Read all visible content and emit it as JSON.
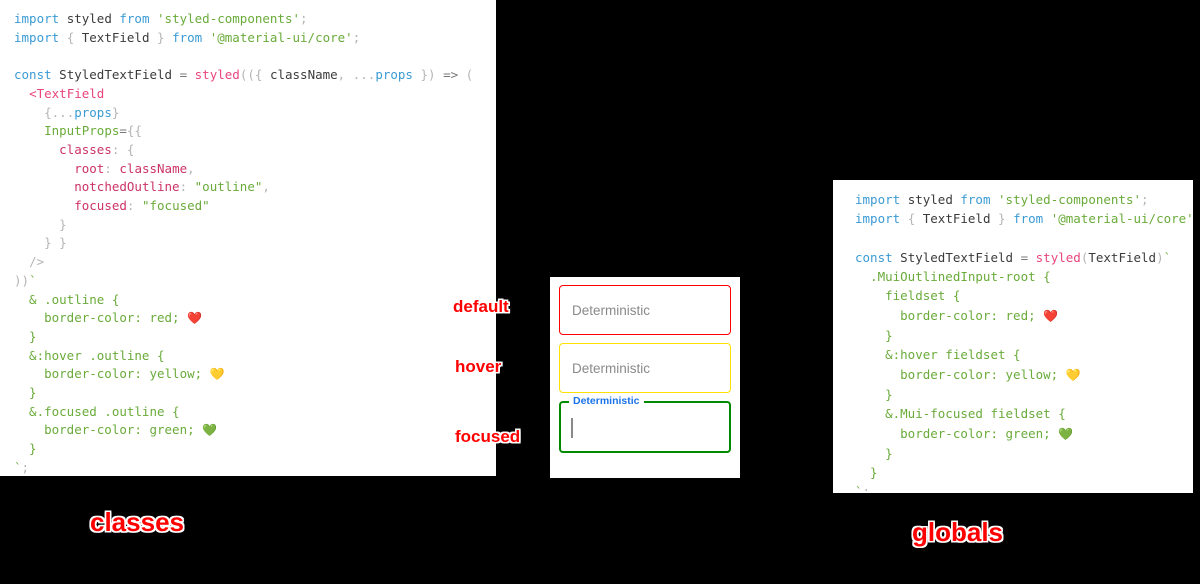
{
  "panels": {
    "classes": {
      "title": "classes",
      "code_lines": [
        "import styled from 'styled-components';",
        "import { TextField } from '@material-ui/core';",
        "",
        "const StyledTextField = styled(({ className, ...props }) => (",
        "  <TextField",
        "    {...props}",
        "    InputProps={{",
        "      classes: {",
        "        root: className,",
        "        notchedOutline: \"outline\",",
        "        focused: \"focused\"",
        "      }",
        "    } }",
        "  />",
        "))`",
        "  & .outline {",
        "    border-color: red; ❤️",
        "  }",
        "  &:hover .outline {",
        "    border-color: yellow; 💛",
        "  }",
        "  &.focused .outline {",
        "    border-color: green; 💚",
        "  }",
        "`;"
      ]
    },
    "globals": {
      "title": "globals",
      "code_lines": [
        "import styled from 'styled-components';",
        "import { TextField } from '@material-ui/core';",
        "",
        "const StyledTextField = styled(TextField)`",
        "  .MuiOutlinedInput-root {",
        "    fieldset {",
        "      border-color: red; ❤️",
        "    }",
        "    &:hover fieldset {",
        "      border-color: yellow; 💛",
        "    }",
        "    &.Mui-focused fieldset {",
        "      border-color: green; 💚",
        "    }",
        "  }",
        "`;"
      ]
    }
  },
  "demo": {
    "fields": [
      {
        "state": "default",
        "placeholder": "Deterministic",
        "border_color": "#ff0000",
        "annotation": "default"
      },
      {
        "state": "hover",
        "placeholder": "Deterministic",
        "border_color": "#ffe100",
        "annotation": "hover"
      },
      {
        "state": "focused",
        "label": "Deterministic",
        "value": "",
        "border_color": "#008a00",
        "label_color": "#1a73e8",
        "annotation": "focused"
      }
    ]
  },
  "theme": {
    "background": "#000000",
    "panel_background": "#ffffff",
    "annotation_color": "#ff0000",
    "annotation_outline": "#ffffff",
    "keyword": "#3b9bd4",
    "string": "#6aab3a",
    "function": "#e8457e",
    "property": "#cc3366",
    "punctuation": "#b5b5b5"
  }
}
